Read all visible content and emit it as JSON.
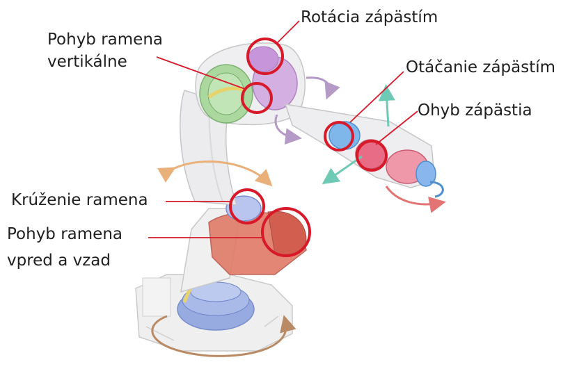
{
  "labels": {
    "wrist_rotation": "Rotácia zápästím",
    "arm_vertical_1": "Pohyb ramena",
    "arm_vertical_2": "vertikálne",
    "wrist_turning": "Otáčanie zápästím",
    "wrist_bend": "Ohyb zápästia",
    "arm_circling": "Krúženie ramena",
    "arm_forward_1": "Pohyb ramena",
    "arm_forward_2": "vpred a vzad"
  },
  "colors": {
    "callout": "#d7192a",
    "base_blue": "#7a92d6",
    "arm_red": "#dc6b5a",
    "arm_green": "#9fd08f",
    "wrist_purple": "#c79ad8",
    "arrow_orange": "#e9b07a",
    "arrow_teal": "#6ec9b5",
    "arrow_red": "#e47474",
    "arrow_purple": "#b59ac7",
    "body_grey": "#e9e9ea"
  }
}
